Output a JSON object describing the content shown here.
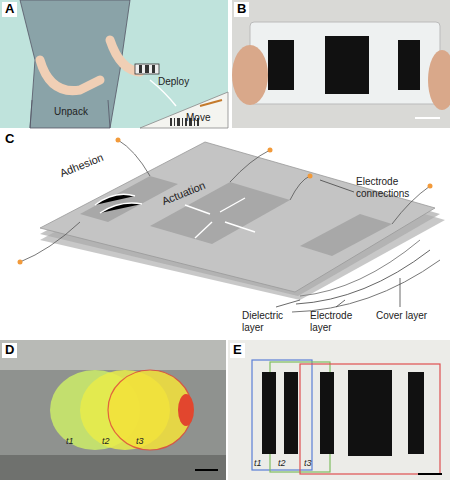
{
  "diagram": {
    "labels": [
      "A",
      "B",
      "C",
      "D",
      "E",
      "Unpack",
      "Deploy",
      "Move",
      "Adhesion",
      "Actuation",
      "Electrode connections",
      "Dielectric layer",
      "Electrode layer",
      "Cover layer",
      "t1",
      "t2",
      "t3",
      "t1",
      "t2",
      "t3"
    ]
  }
}
